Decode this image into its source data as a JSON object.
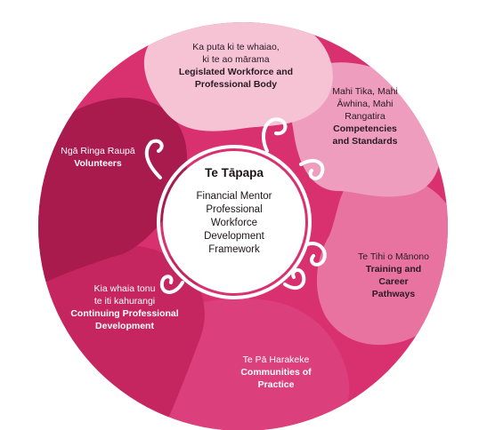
{
  "center": {
    "title": "Te Tāpapa",
    "subtitle_lines": [
      "Financial Mentor",
      "Professional",
      "Workforce",
      "Development",
      "Framework"
    ]
  },
  "segments": [
    {
      "id": "legislated",
      "sub_lines": [
        "Ka puta ki te whaiao,",
        "ki te ao mārama"
      ],
      "main_lines": [
        "Legislated Workforce and",
        "Professional Body"
      ],
      "color": "#f6c3d5",
      "text_color": "#2a1a22"
    },
    {
      "id": "competencies",
      "sub_lines": [
        "Mahi Tika, Mahi",
        "Āwhina, Mahi",
        "Rangatira"
      ],
      "main_lines": [
        "Competencies",
        "and Standards"
      ],
      "color": "#ee9dbe",
      "text_color": "#2a1a22"
    },
    {
      "id": "training",
      "sub_lines": [
        "Te Tihi o Mānono"
      ],
      "main_lines": [
        "Training and",
        "Career",
        "Pathways"
      ],
      "color": "#e873a0",
      "text_color": "#2a1a22"
    },
    {
      "id": "communities",
      "sub_lines": [
        "Te Pā Harakeke"
      ],
      "main_lines": [
        "Communities of",
        "Practice"
      ],
      "color": "#db3f7c",
      "text_color": "#ffffff"
    },
    {
      "id": "cpd",
      "sub_lines": [
        "Kia whaia tonu",
        "te iti kahurangi"
      ],
      "main_lines": [
        "Continuing Professional",
        "Development"
      ],
      "color": "#c6265f",
      "text_color": "#ffffff"
    },
    {
      "id": "volunteers",
      "sub_lines": [
        "Ngā Ringa Raupā"
      ],
      "main_lines": [
        "Volunteers"
      ],
      "color": "#a91a4d",
      "text_color": "#ffffff"
    }
  ],
  "colors": {
    "outer_ring": "#d9316f",
    "center_fill": "#ffffff",
    "koru_stroke": "#ffffff"
  }
}
